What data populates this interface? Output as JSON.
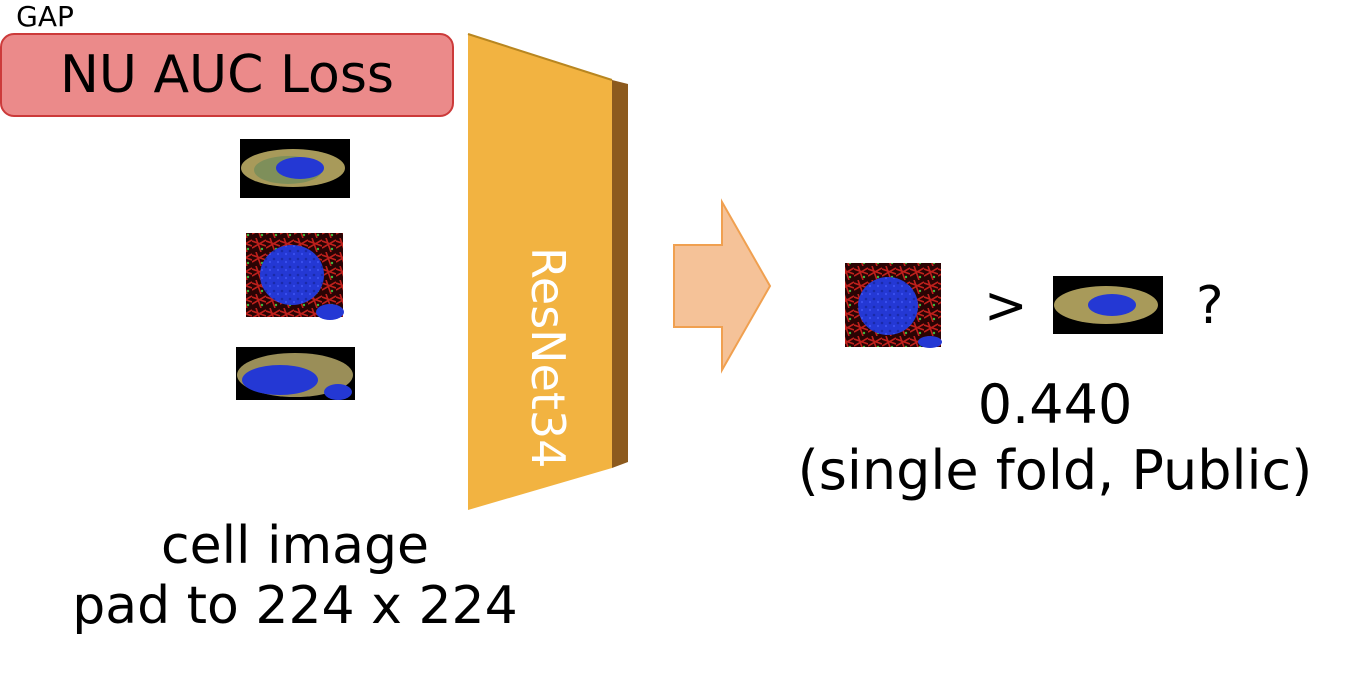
{
  "input": {
    "caption_line1": "cell image",
    "caption_line2": "pad to 224 x 224"
  },
  "backbone": {
    "label": "ResNet34",
    "face_color": "#f2b341",
    "side_color": "#8c5a1e"
  },
  "pooling": {
    "label": "GAP",
    "arrow_color": "#f5c298",
    "arrow_border": "#f0a050"
  },
  "loss": {
    "label": "NU AUC Loss",
    "box_color": "#eb8a8a",
    "border_color": "#cc3a3a"
  },
  "comparison": {
    "operator": ">",
    "question": "?"
  },
  "result": {
    "score": "0.440",
    "note": "(single fold, Public)"
  },
  "cells": {
    "nucleus_color": "#2438d4",
    "cytoplasm_color": "#b8a46a",
    "filament_color": "#c0201c",
    "speckle_color": "#3cb83c"
  }
}
